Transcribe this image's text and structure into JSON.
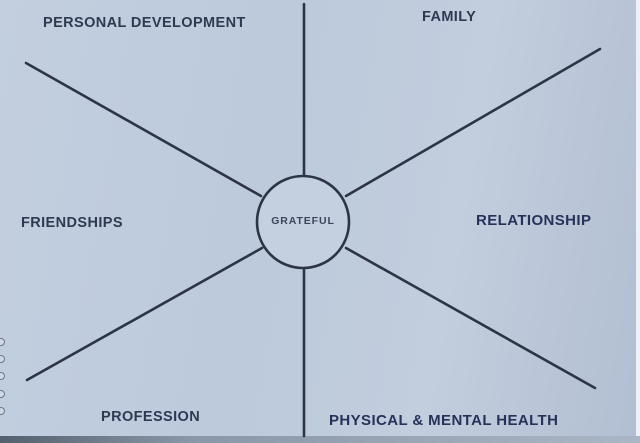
{
  "diagram": {
    "center": {
      "label": "GRATEFUL"
    },
    "categories": [
      {
        "id": "personal-development",
        "label": "PERSONAL DEVELOPMENT"
      },
      {
        "id": "family",
        "label": "FAMILY"
      },
      {
        "id": "friendships",
        "label": "FRIENDSHIPS"
      },
      {
        "id": "relationship",
        "label": "RELATIONSHIP"
      },
      {
        "id": "profession",
        "label": "PROFESSION"
      },
      {
        "id": "physical-mental-health",
        "label": "PHYSICAL & MENTAL HEALTH"
      }
    ],
    "colors": {
      "paper": "#c3cfdf",
      "line": "#2c3446",
      "text": "#2f3a52"
    }
  }
}
